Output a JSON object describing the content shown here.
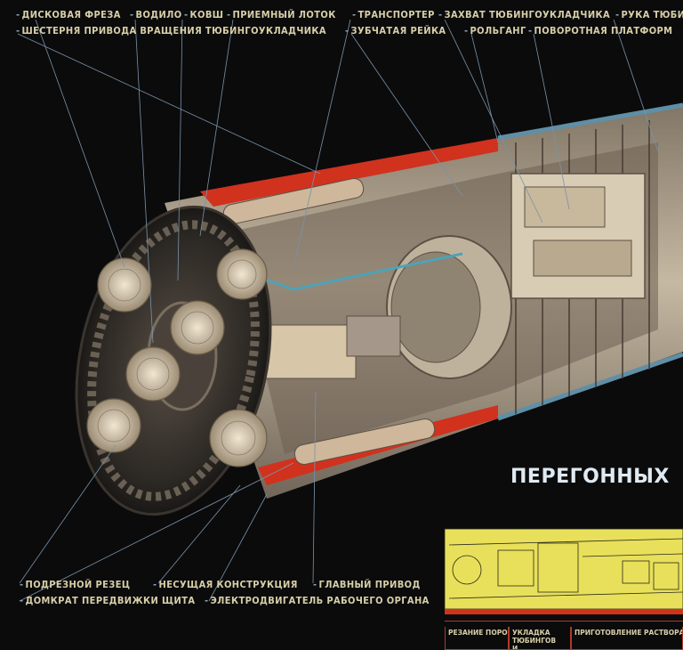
{
  "labels_top_row1": [
    "ДИСКОВАЯ ФРЕЗА",
    "ВОДИЛО",
    "КОВШ",
    "ПРИЕМНЫЙ ЛОТОК",
    "ТРАНСПОРТЕР",
    "ЗАХВАТ ТЮБИНГОУКЛАДЧИКА",
    "РУКА ТЮБИ"
  ],
  "labels_top_row2": [
    "ШЕСТЕРНЯ ПРИВОДА ВРАЩЕНИЯ ТЮБИНГОУКЛАДЧИКА",
    "ЗУБЧАТАЯ РЕЙКА",
    "РОЛЬГАНГ",
    "ПОВОРОТНАЯ ПЛАТФОРМ"
  ],
  "labels_bottom_row1": [
    "ПОДРЕЗНОЙ РЕЗЕЦ",
    "НЕСУЩАЯ КОНСТРУКЦИЯ",
    "ГЛАВНЫЙ ПРИВОД"
  ],
  "labels_bottom_row2": [
    "ДОМКРАТ ПЕРЕДВИЖКИ ЩИТА",
    "ЭЛЕКТРОДВИГАТЕЛЬ РАБОЧЕГО ОРГАНА"
  ],
  "title": "ПЕРЕГОННЫХ",
  "legend": [
    "РЕЗАНИЕ ПОРОДЫ",
    "УКЛАДКА ТЮБИНГОВ\nИ НАГНЕТАНИЕ",
    "ПРИГОТОВЛЕНИЕ РАСТВОРА ДЛЯ НАГ"
  ],
  "colors": {
    "background": "#0b0b0c",
    "label_text": "#d8cfa8",
    "leader_line": "#8aa3b8",
    "shield_red": "#d0321e",
    "machine_body": "#c9b9a0",
    "schematic_yellow": "#e8e05a",
    "title_text": "#dfeaf2"
  }
}
